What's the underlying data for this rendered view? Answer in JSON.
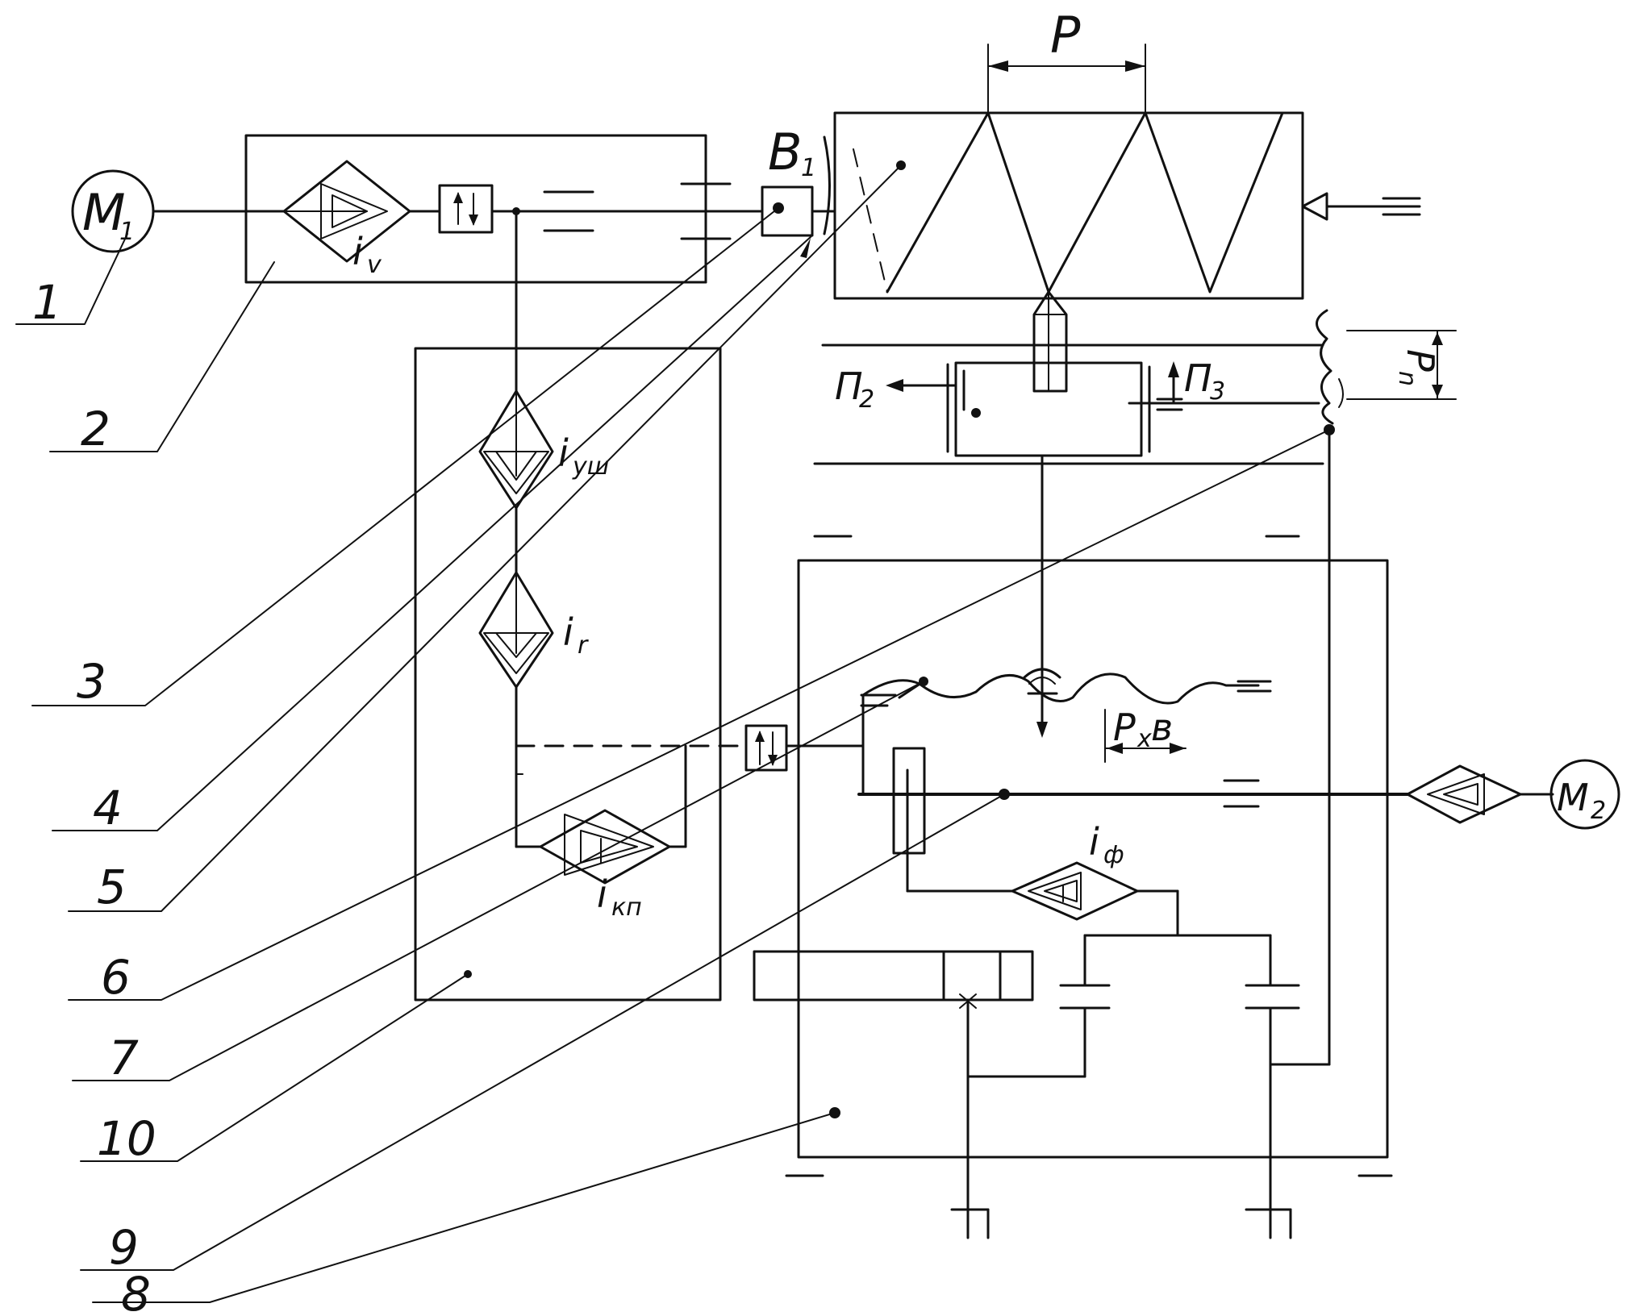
{
  "diagram": {
    "motors": [
      {
        "id": "m1",
        "label": "M",
        "sub": "1"
      },
      {
        "id": "m2",
        "label": "M",
        "sub": "2"
      }
    ],
    "ratios": {
      "iv": {
        "base": "i",
        "sub": "v"
      },
      "iush": {
        "base": "i",
        "sub": "уш"
      },
      "ir": {
        "base": "i",
        "sub": "r"
      },
      "ikp": {
        "base": "i",
        "sub": "кп"
      },
      "iph": {
        "base": "i",
        "sub": "ф"
      }
    },
    "symbols": {
      "b1": {
        "base": "B",
        "sub": "1"
      },
      "p": "P",
      "p2": {
        "base": "П",
        "sub": "2"
      },
      "p3": {
        "base": "П",
        "sub": "3"
      },
      "pn": {
        "base": "P",
        "sub": "n"
      },
      "pxv": {
        "base": "P",
        "sub": "x",
        "tail": "в"
      }
    },
    "callouts": [
      "1",
      "2",
      "3",
      "4",
      "5",
      "6",
      "7",
      "10",
      "9",
      "8"
    ]
  }
}
